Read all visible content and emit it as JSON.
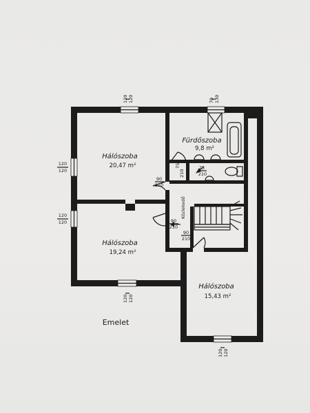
{
  "plan": {
    "caption": "Emelet",
    "rooms": [
      {
        "name": "Hálószoba",
        "area": "20,47 m²"
      },
      {
        "name": "Hálószoba",
        "area": "19,24 m²"
      },
      {
        "name": "Hálószoba",
        "area": "15,43 m²"
      },
      {
        "name": "Fürdőszoba",
        "area": "9,8 m²"
      },
      {
        "name": "Közlekedő"
      }
    ],
    "window_dims": {
      "top_left": [
        "120",
        "120"
      ],
      "top_bath": [
        "70",
        "130"
      ],
      "left_upper": [
        "120",
        "120"
      ],
      "left_lower": [
        "120",
        "120"
      ],
      "bottom_left": [
        "120",
        "120"
      ],
      "bottom_right": [
        "120",
        "120"
      ]
    },
    "door_dims": {
      "bedroom1": [
        "90",
        "210"
      ],
      "bathroom": [
        "75",
        "210"
      ],
      "wc": [
        "75",
        "210"
      ],
      "hall_a": [
        "90",
        "210"
      ],
      "hall_b": [
        "90",
        "210"
      ]
    },
    "colors": {
      "ink": "#1c1c1c",
      "paper": "#ebebe9"
    }
  }
}
